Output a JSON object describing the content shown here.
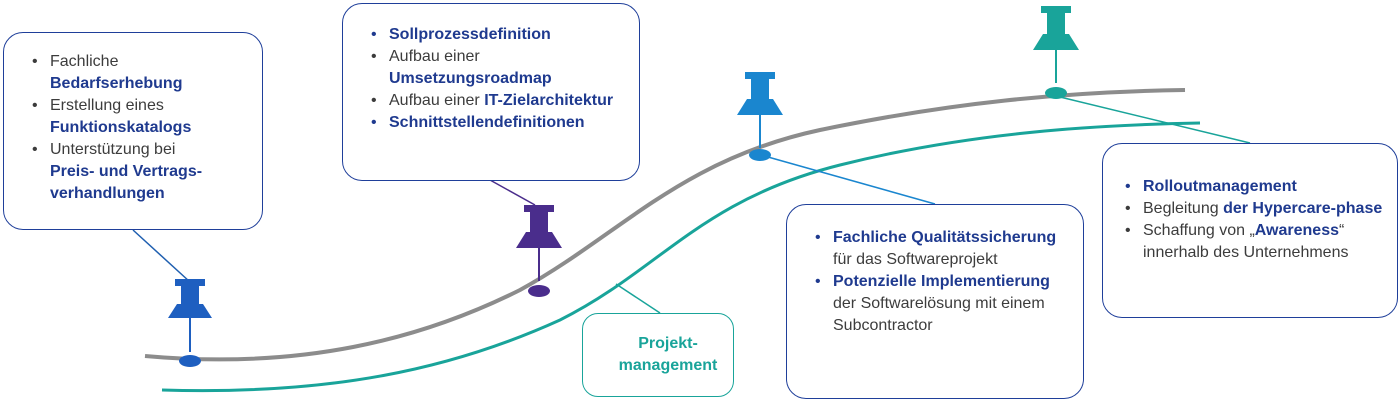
{
  "colors": {
    "navy": "#1f3a8f",
    "teal": "#19a49a",
    "gray": "#8c8c8c",
    "blue": "#1a86cf",
    "purple": "#4a2d8c",
    "royal": "#1e5fc0"
  },
  "boxes": {
    "box1": {
      "item1_plain": "Fachliche",
      "item1_bold": "Bedarfserhebung",
      "item2_plain": "Erstellung eines",
      "item2_bold": "Funktionskatalogs",
      "item3_plain": "Unterstützung bei",
      "item3_bold": "Preis- und Vertrags-verhandlungen"
    },
    "box2": {
      "item1_bold": "Sollprozessdefinition",
      "item2_plain": "Aufbau einer",
      "item2_bold": "Umsetzungsroadmap",
      "item3_plain": "Aufbau einer ",
      "item3_bold": "IT-Zielarchitektur",
      "item4_bold": "Schnittstellendefinitionen"
    },
    "box3": {
      "item1_bold": "Fachliche Qualitätssicherung",
      "item1_plain": " für das Softwareprojekt",
      "item2_bold": "Potenzielle Implementierung",
      "item2_plain": " der Softwarelösung mit einem Subcontractor"
    },
    "box4": {
      "item1_bold": "Rolloutmanagement",
      "item2_plain": "Begleitung ",
      "item2_bold": "der Hypercare-phase",
      "item3_plain": "Schaffung von „",
      "item3_bold": "Awareness",
      "item3_plain2": "“ innerhalb des Unternehmens"
    }
  },
  "projektmanagement": {
    "line1": "Projekt-",
    "line2": "management"
  },
  "pins": [
    {
      "name": "pin-1",
      "color": "royal"
    },
    {
      "name": "pin-2",
      "color": "purple"
    },
    {
      "name": "pin-3",
      "color": "blue"
    },
    {
      "name": "pin-4",
      "color": "teal"
    }
  ]
}
